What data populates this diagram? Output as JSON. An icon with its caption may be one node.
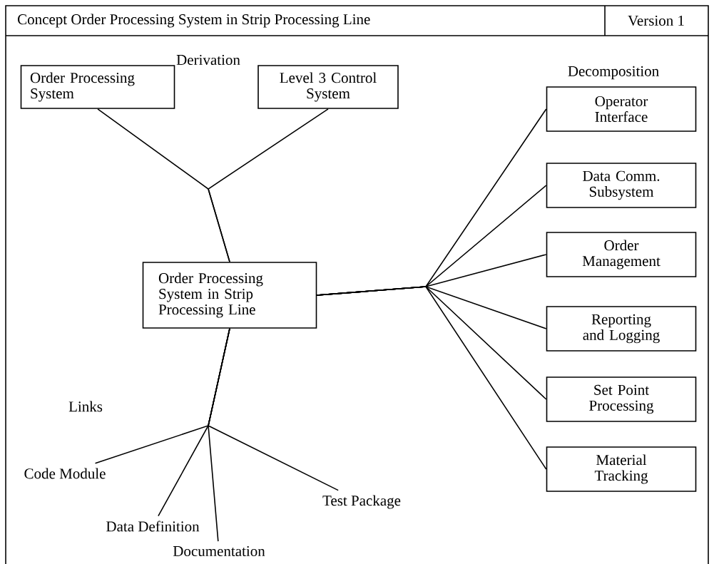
{
  "diagram": {
    "title": "Concept Order Processing System in Strip Processing Line",
    "nodes": [
      {
        "text": [
          "Order Processing System"
        ]
      },
      {
        "text": [
          "Level 3 Control System"
        ]
      },
      {
        "text": [
          "Order Processing System in Strip Processing Line"
        ]
      },
      {
        "text": [
          "Operator Interface"
        ]
      },
      {
        "text": [
          "Data Comm. Subsystem"
        ]
      },
      {
        "text": [
          "Order Management"
        ]
      },
      {
        "text": [
          "Reporting and Logging"
        ]
      },
      {
        "text": [
          "Set Point Processing"
        ]
      },
      {
        "text": [
          "Material Tracking"
        ]
      },
      {
        "text": [
          "Code Module"
        ]
      },
      {
        "text": [
          "Data Definition"
        ]
      },
      {
        "text": [
          "Documentation"
        ]
      },
      {
        "text": [
          "Test Package"
        ]
      }
    ],
    "edges": [
      {
        "from": 0,
        "to": 2,
        "arrow": "none"
      },
      {
        "from": 1,
        "to": 2,
        "arrow": "none"
      },
      {
        "from": 2,
        "to": 3,
        "arrow": "none"
      },
      {
        "from": 2,
        "to": 4,
        "arrow": "none"
      },
      {
        "from": 2,
        "to": 5,
        "arrow": "none"
      },
      {
        "from": 2,
        "to": 6,
        "arrow": "none"
      },
      {
        "from": 2,
        "to": 7,
        "arrow": "none"
      },
      {
        "from": 2,
        "to": 8,
        "arrow": "none"
      },
      {
        "from": 2,
        "to": 9,
        "arrow": "none"
      },
      {
        "from": 2,
        "to": 10,
        "arrow": "none"
      },
      {
        "from": 2,
        "to": 11,
        "arrow": "none"
      },
      {
        "from": 2,
        "to": 12,
        "arrow": "none"
      }
    ],
    "labels": [
      "Version 1",
      "Derivation",
      "Decomposition",
      "Links"
    ]
  }
}
